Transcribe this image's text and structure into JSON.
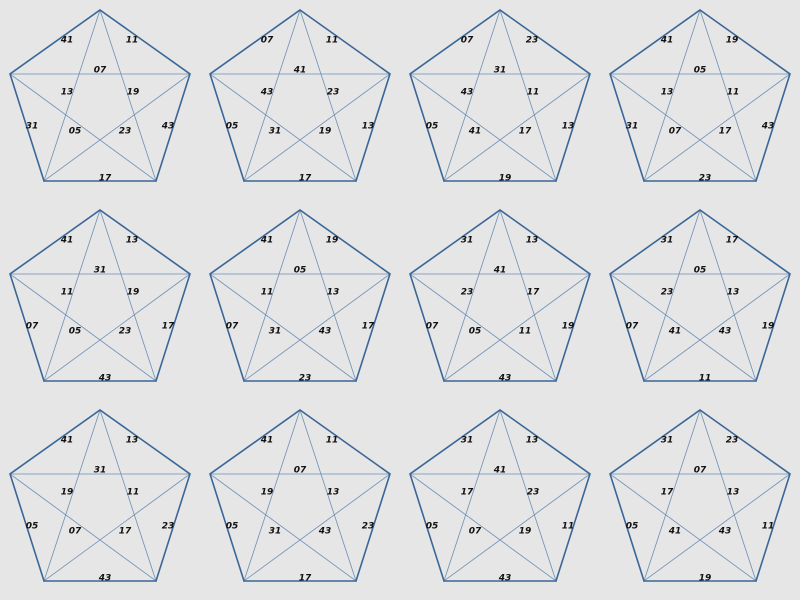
{
  "colors": {
    "background": "#e6e6e6",
    "outline": "#3a6697",
    "star": "#6d8fb5",
    "text": "#111111"
  },
  "puzzles": [
    {
      "outer": [
        "41",
        "11",
        "43",
        "17",
        "31"
      ],
      "inner": [
        "07",
        "19",
        "23",
        "05",
        "13"
      ]
    },
    {
      "outer": [
        "07",
        "11",
        "13",
        "17",
        "05"
      ],
      "inner": [
        "41",
        "23",
        "19",
        "31",
        "43"
      ]
    },
    {
      "outer": [
        "07",
        "23",
        "13",
        "19",
        "05"
      ],
      "inner": [
        "31",
        "11",
        "17",
        "41",
        "43"
      ]
    },
    {
      "outer": [
        "41",
        "19",
        "43",
        "23",
        "31"
      ],
      "inner": [
        "05",
        "11",
        "17",
        "07",
        "13"
      ]
    },
    {
      "outer": [
        "41",
        "13",
        "17",
        "43",
        "07"
      ],
      "inner": [
        "31",
        "19",
        "23",
        "05",
        "11"
      ]
    },
    {
      "outer": [
        "41",
        "19",
        "17",
        "23",
        "07"
      ],
      "inner": [
        "05",
        "13",
        "43",
        "31",
        "11"
      ]
    },
    {
      "outer": [
        "31",
        "13",
        "19",
        "43",
        "07"
      ],
      "inner": [
        "41",
        "17",
        "11",
        "05",
        "23"
      ]
    },
    {
      "outer": [
        "31",
        "17",
        "19",
        "11",
        "07"
      ],
      "inner": [
        "05",
        "13",
        "43",
        "41",
        "23"
      ]
    },
    {
      "outer": [
        "41",
        "13",
        "23",
        "43",
        "05"
      ],
      "inner": [
        "31",
        "11",
        "17",
        "07",
        "19"
      ]
    },
    {
      "outer": [
        "41",
        "11",
        "23",
        "17",
        "05"
      ],
      "inner": [
        "07",
        "13",
        "43",
        "31",
        "19"
      ]
    },
    {
      "outer": [
        "31",
        "13",
        "11",
        "43",
        "05"
      ],
      "inner": [
        "41",
        "23",
        "19",
        "07",
        "17"
      ]
    },
    {
      "outer": [
        "31",
        "23",
        "11",
        "19",
        "05"
      ],
      "inner": [
        "07",
        "13",
        "43",
        "41",
        "17"
      ]
    }
  ]
}
